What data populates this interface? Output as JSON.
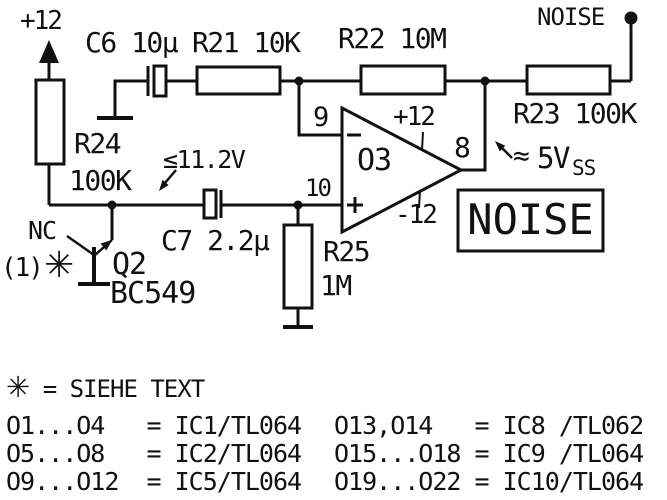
{
  "schematic": {
    "supply_top": "+12",
    "c6": "C6 10µ",
    "r21": "R21 10K",
    "r22": "R22 10M",
    "noise_terminal": "NOISE",
    "r23": "R23 100K",
    "r24_name": "R24",
    "r24_value": "100K",
    "voltage_note": "≤11.2V",
    "nc": "NC",
    "ref_note": "(1)",
    "asterisk": "✳",
    "q2_name": "Q2",
    "q2_value": "BC549",
    "c7": "C7 2.2µ",
    "r25_name": "R25",
    "r25_value": "1M",
    "pin_inverting": "9",
    "pin_noninverting": "10",
    "pin_output": "8",
    "opamp_name": "O3",
    "opamp_vplus": "+12",
    "opamp_vminus": "-12",
    "minus_sign": "−",
    "plus_sign": "+",
    "output_level_approx": "≈",
    "output_level": "5V",
    "output_level_sub": "SS",
    "noise_box": "NOISE",
    "line_color": "#111111",
    "background_color": "#ffffff"
  },
  "legend": {
    "asterisk": "✳",
    "siehe_text": " = SIEHE TEXT",
    "rows_left": [
      "O1...O4   = IC1/TL064",
      "O5...O8   = IC2/TL064",
      "O9...O12  = IC5/TL064"
    ],
    "rows_right": [
      "O13,O14   = IC8 /TL062",
      "O15...O18 = IC9 /TL064",
      "O19...O22 = IC10/TL064"
    ]
  }
}
